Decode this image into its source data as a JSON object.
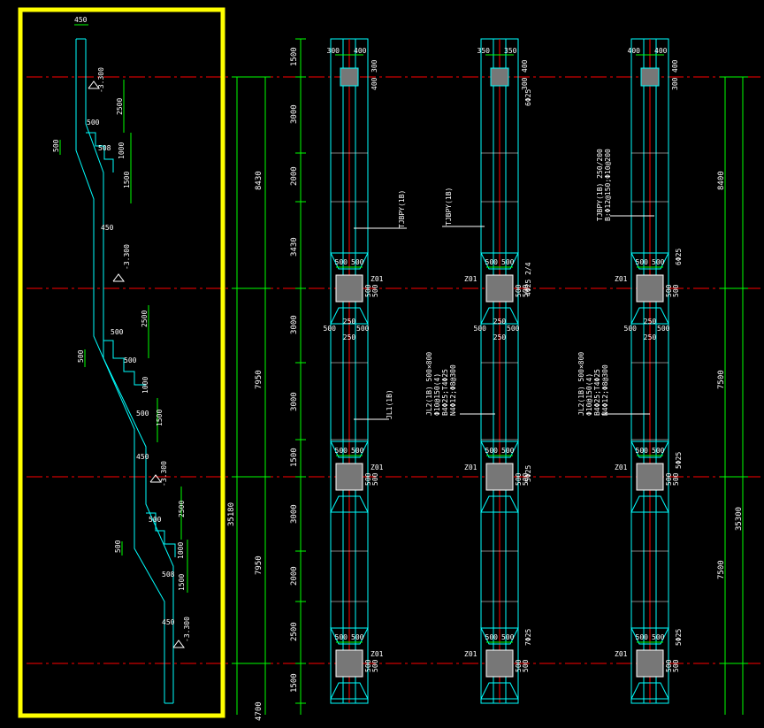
{
  "colors": {
    "background": "#000000",
    "highlight": "#ffff00",
    "outline": "#00ffff",
    "axis": "#ff0000",
    "dimension": "#00ff00",
    "text": "#ffffff",
    "column": "#777777",
    "leader": "#ffffff"
  },
  "profile": {
    "labels": {
      "top_width": "450",
      "elev_1": "-3.300",
      "d2500a": "2500",
      "d500a": "500",
      "d508a": "508",
      "d1000a": "1000",
      "d1500a": "1500",
      "side500a": "500",
      "w450a": "450",
      "elev_2": "-3.300",
      "d2500b": "2500",
      "d500b": "500",
      "d500c": "500",
      "side500b": "500",
      "d1000b": "1000",
      "d500d": "500",
      "d1500b": "1500",
      "w450b": "450",
      "elev_3": "-3.300",
      "d2500c": "2500",
      "d500e": "500",
      "side500c": "500",
      "d1000c": "1000",
      "d508b": "508",
      "d1500c": "1500",
      "w450c": "450",
      "elev_4": "-3.300"
    }
  },
  "left_dims": {
    "total": "35180",
    "upper": "8430",
    "mid": "7950",
    "lower": "7950",
    "bottom": "4700",
    "segments": [
      "1500",
      "3000",
      "2000",
      "3430",
      "3000",
      "3000",
      "1500",
      "3000",
      "2000",
      "2500",
      "1500"
    ]
  },
  "right_dims": {
    "upper": "8400",
    "mid": "7500",
    "total": "35300",
    "lower": "7500"
  },
  "strips": [
    {
      "top_w": [
        "300",
        "400"
      ],
      "top_h": [
        "300",
        "400"
      ],
      "joints": [
        {
          "w": [
            "500",
            "500"
          ],
          "side": [
            "500",
            "500"
          ],
          "tag": "Z01"
        },
        {
          "w": [
            "500",
            "500"
          ],
          "side": [
            "500",
            "500"
          ],
          "tag": "Z01"
        },
        {
          "w": [
            "500",
            "500"
          ],
          "side": [
            "500",
            "500"
          ],
          "tag": "Z01"
        }
      ],
      "neck": [
        "250",
        "500",
        "500",
        "250"
      ],
      "beam_a": "TJBPY(1B)",
      "beam_b": "JL1(1B)",
      "rebar": "",
      "spec_lines": []
    },
    {
      "top_w": [
        "350",
        "350"
      ],
      "top_h": [
        "400",
        "300"
      ],
      "joints": [
        {
          "w": [
            "500",
            "500"
          ],
          "side": [
            "500",
            "500"
          ],
          "tag": "Z01"
        },
        {
          "w": [
            "500",
            "500"
          ],
          "side": [
            "500",
            "500"
          ],
          "tag": "Z01"
        },
        {
          "w": [
            "500",
            "500"
          ],
          "side": [
            "500",
            "500"
          ],
          "tag": "Z01"
        }
      ],
      "neck": [
        "250",
        "500",
        "500",
        "250"
      ],
      "beam_a": "TJBPY(1B)",
      "beam_b": "",
      "rebar": "6Φ25",
      "rebar_mid": "4Φ25 2/4",
      "rebar_low": "5Φ25",
      "rebar_bot": "7Φ25",
      "spec_lines": [
        "JL2(1B) 500×800",
        "Φ10@150(4)",
        "B4Φ25;T4Φ25",
        "N4Φ12;Φ8@300"
      ]
    },
    {
      "top_w": [
        "400",
        "400"
      ],
      "top_h": [
        "400",
        "300"
      ],
      "joints": [
        {
          "w": [
            "500",
            "500"
          ],
          "side": [
            "500",
            "500"
          ],
          "tag": "Z01"
        },
        {
          "w": [
            "500",
            "500"
          ],
          "side": [
            "500",
            "500"
          ],
          "tag": "Z01"
        },
        {
          "w": [
            "500",
            "500"
          ],
          "side": [
            "500",
            "500"
          ],
          "tag": "Z01"
        }
      ],
      "neck": [
        "250",
        "500",
        "500",
        "250"
      ],
      "beam_a": "TJBPY(1B) 250/200",
      "beam_a2": "B:Φ12@150;Φ10@200",
      "beam_b": "",
      "rebar": "6Φ25",
      "rebar_low": "5Φ25",
      "rebar_bot": "5Φ25",
      "spec_lines": [
        "JL2(1B) 500×800",
        "Φ10@150(4)",
        "B4Φ25;T4Φ25",
        "N4Φ12;Φ8@300"
      ]
    }
  ]
}
